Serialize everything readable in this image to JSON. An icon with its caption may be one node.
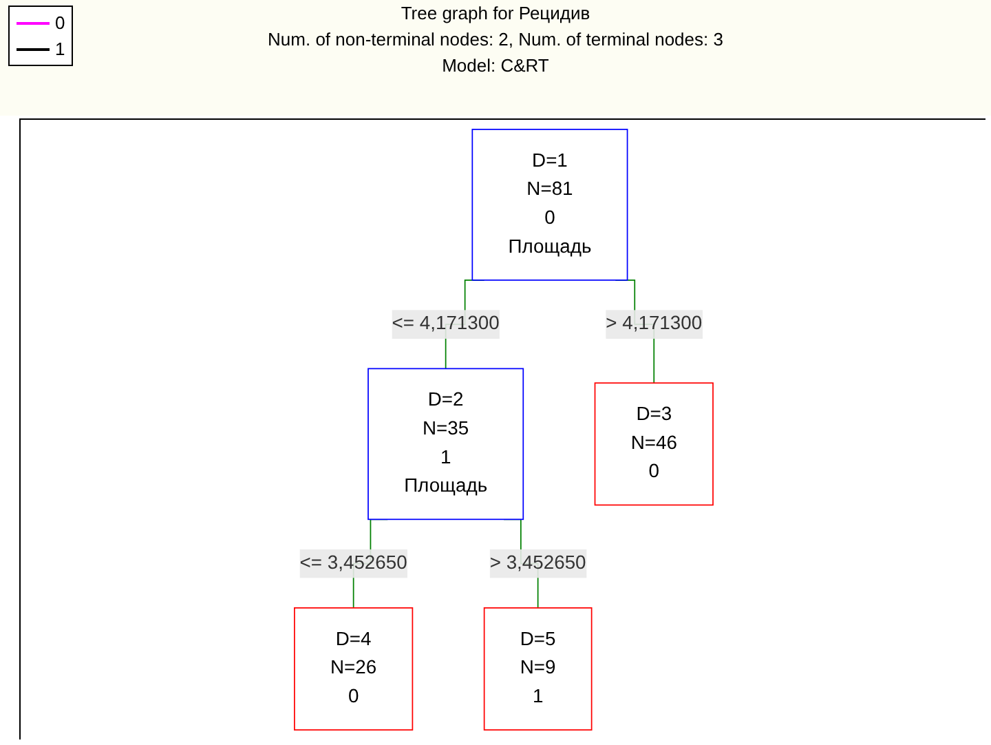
{
  "diagram": {
    "title": "Tree graph for Рецидив",
    "nodes": [
      {
        "text": [
          "D=1",
          "N=81",
          "0",
          "Площадь"
        ]
      },
      {
        "text": [
          "D=2",
          "N=35",
          "1",
          "Площадь"
        ]
      },
      {
        "text": [
          "D=3",
          "N=46",
          "0"
        ]
      },
      {
        "text": [
          "D=4",
          "N=26",
          "0"
        ]
      },
      {
        "text": [
          "D=5",
          "N=9",
          "1"
        ]
      }
    ],
    "edges": [
      {
        "from": 0,
        "to": 1,
        "arrow": "none",
        "label": "<= 4,171300"
      },
      {
        "from": 0,
        "to": 2,
        "arrow": "none",
        "label": "> 4,171300"
      },
      {
        "from": 1,
        "to": 3,
        "arrow": "none",
        "label": "<= 3,452650"
      },
      {
        "from": 1,
        "to": 4,
        "arrow": "none",
        "label": "> 3,452650"
      }
    ],
    "labels": [
      "Num. of non-terminal nodes: 2,  Num. of terminal nodes: 3",
      "Model: C&RT"
    ],
    "legend": [
      {
        "text": "0"
      },
      {
        "text": "1"
      }
    ]
  }
}
